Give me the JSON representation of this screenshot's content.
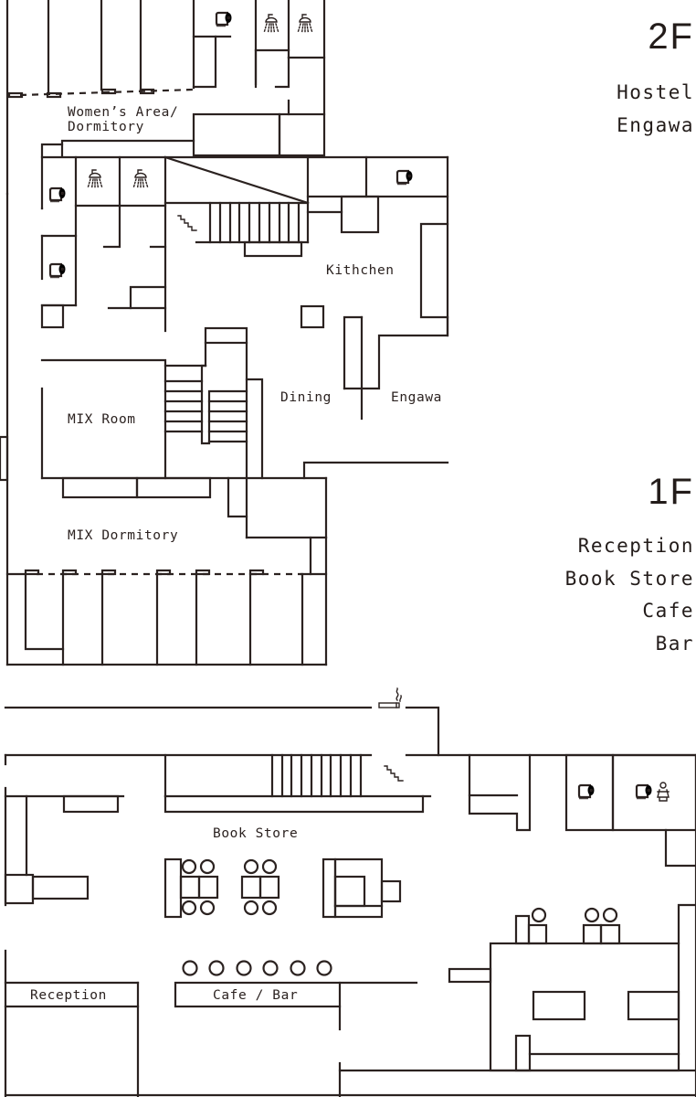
{
  "floors": {
    "second": {
      "number": "2F",
      "lines": [
        "Hostel",
        "Engawa"
      ],
      "rooms": {
        "womens_area_line1": "Women’s Area/",
        "womens_area_line2": "Dormitory",
        "kitchen": "Kithchen",
        "dining": "Dining",
        "engawa": "Engawa",
        "mix_room": "MIX Room",
        "mix_dormitory": "MIX Dormitory"
      },
      "icons": [
        "toilet-icon",
        "shower-icon",
        "shower-icon",
        "toilet-icon",
        "shower-icon",
        "shower-icon",
        "toilet-icon",
        "toilet-icon",
        "stairs-icon"
      ]
    },
    "first": {
      "number": "1F",
      "lines": [
        "Reception",
        "Book Store",
        "Cafe",
        "Bar"
      ],
      "rooms": {
        "book_store": "Book Store",
        "reception": "Reception",
        "cafe_bar": "Cafe / Bar"
      },
      "icons": [
        "smoking-icon",
        "stairs-icon",
        "toilet-icon",
        "toilet-icon",
        "baby-changing-icon"
      ]
    }
  },
  "colors": {
    "ink": "#2b2220",
    "background": "#ffffff"
  }
}
